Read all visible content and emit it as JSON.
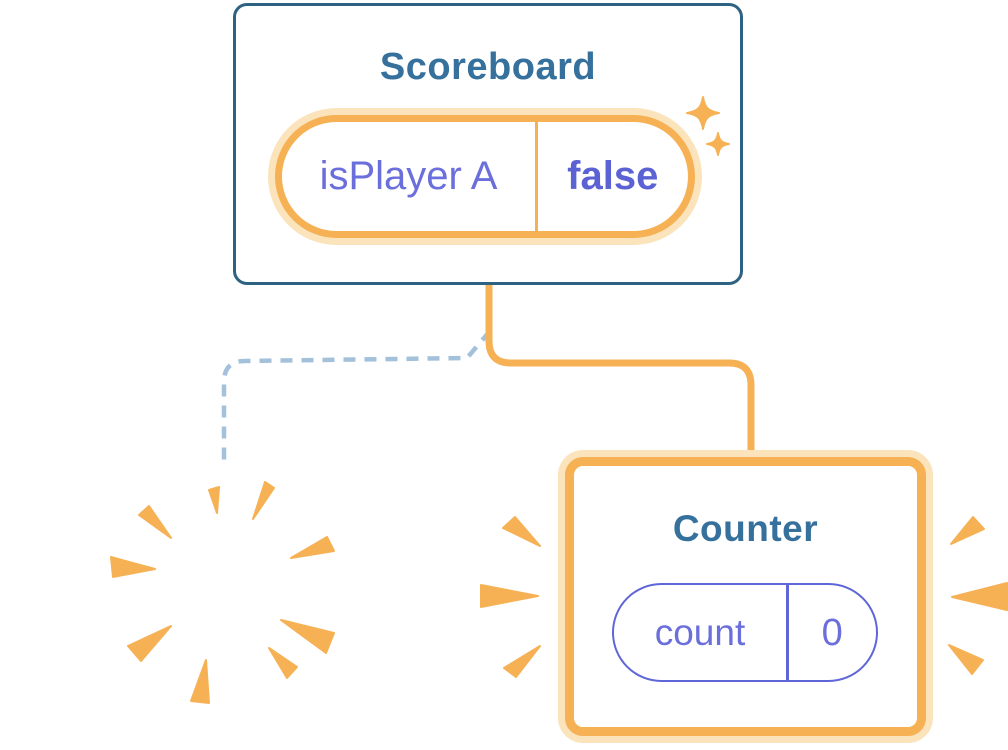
{
  "colors": {
    "background": "#FFFFFF",
    "card_bg": "#FFFFFF",
    "card_border_blue": "#2E6282",
    "title_blue": "#35719C",
    "accent_orange": "#F6B155",
    "glow_orange": "#FBE3BC",
    "state_purple": "#6B6FDC",
    "state_value_purple": "#5B62D3",
    "pill_border_purple": "#5F66D8",
    "dashed_blue": "#A3C1DA"
  },
  "scoreboard_card": {
    "title": "Scoreboard",
    "state_pill": {
      "label": "isPlayer A",
      "value": "false"
    }
  },
  "counter_card": {
    "title": "Counter",
    "state_pill": {
      "label": "count",
      "value": "0"
    }
  },
  "decorations": {
    "sparkles": "sparkles-icon",
    "poof_burst": "poof-burst-icon",
    "emphasis_burst_left": "burst-left-icon",
    "emphasis_burst_right": "burst-right-icon",
    "solid_connector": "scoreboard-to-counter-connector",
    "dashed_connector": "scoreboard-to-removed-child-connector"
  }
}
